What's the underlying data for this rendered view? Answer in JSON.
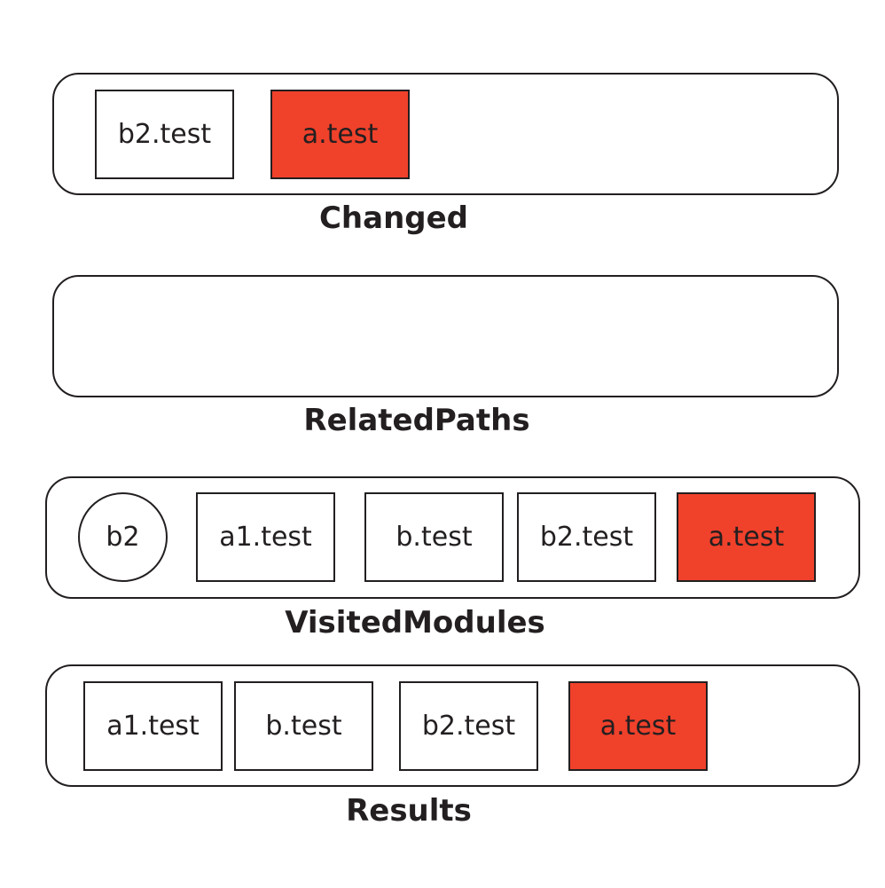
{
  "colors": {
    "line": "#231f20",
    "highlight": "#f0412b",
    "background": "#ffffff"
  },
  "changed": {
    "label": "Changed",
    "items": [
      "b2.test",
      "a.test"
    ]
  },
  "related_paths": {
    "label": "RelatedPaths",
    "items": []
  },
  "visited_modules": {
    "label": "VisitedModules",
    "module": "b2",
    "items": [
      "a1.test",
      "b.test",
      "b2.test",
      "a.test"
    ]
  },
  "results": {
    "label": "Results",
    "items": [
      "a1.test",
      "b.test",
      "b2.test",
      "a.test"
    ]
  }
}
